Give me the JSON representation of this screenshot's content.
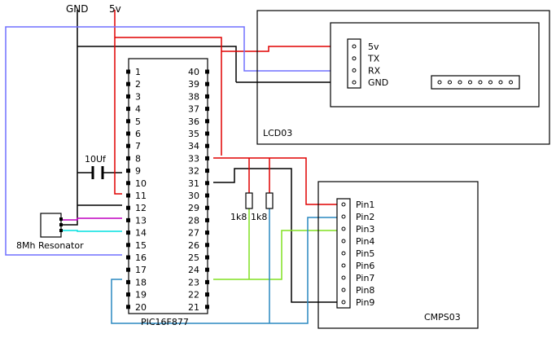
{
  "rails": {
    "gnd": "GND",
    "vcc": "5v"
  },
  "colors": {
    "black": "#000000",
    "red": "#e00000",
    "blue": "#7070ff",
    "magenta": "#c000c0",
    "cyan": "#00e0e0",
    "green": "#80e020",
    "teal": "#2a88c0"
  },
  "pic": {
    "label": "PIC16F877",
    "left_pins": [
      "1",
      "2",
      "3",
      "4",
      "5",
      "6",
      "7",
      "8",
      "9",
      "10",
      "11",
      "12",
      "13",
      "14",
      "15",
      "16",
      "17",
      "18",
      "19",
      "20"
    ],
    "right_pins": [
      "40",
      "39",
      "38",
      "37",
      "36",
      "35",
      "34",
      "33",
      "32",
      "31",
      "30",
      "29",
      "28",
      "27",
      "26",
      "25",
      "24",
      "23",
      "22",
      "21"
    ]
  },
  "lcd": {
    "label": "LCD03",
    "pins": [
      "5v",
      "TX",
      "RX",
      "GND"
    ]
  },
  "cmps": {
    "label": "CMPS03",
    "pins": [
      "Pin1",
      "Pin2",
      "Pin3",
      "Pin4",
      "Pin5",
      "Pin6",
      "Pin7",
      "Pin8",
      "Pin9"
    ]
  },
  "capacitor": {
    "label": "10Uf"
  },
  "resonator": {
    "label": "8Mh Resonator"
  },
  "resistors": [
    "1k8",
    "1k8"
  ]
}
